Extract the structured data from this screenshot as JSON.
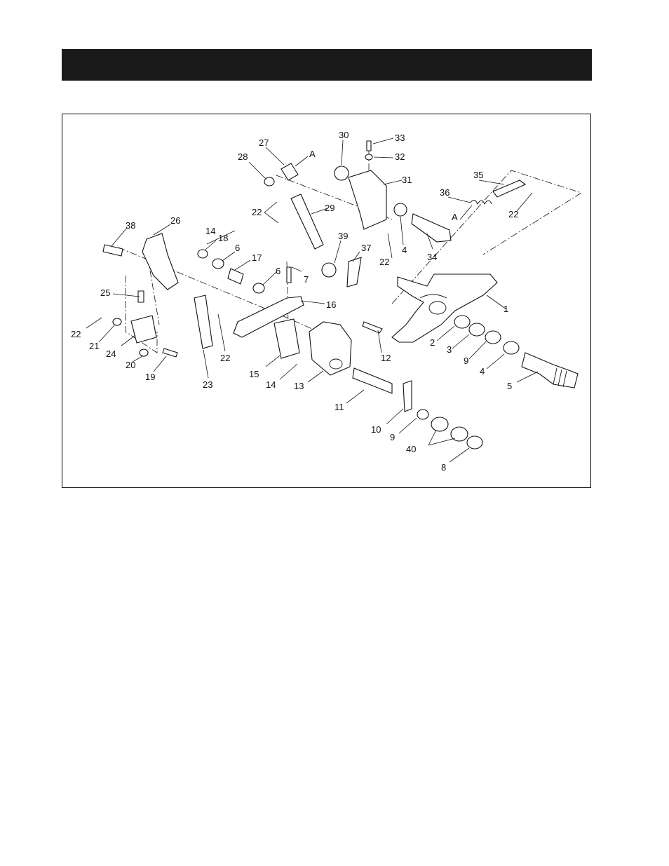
{
  "callouts": [
    {
      "id": "c1",
      "text": "1"
    },
    {
      "id": "c2",
      "text": "2"
    },
    {
      "id": "c3",
      "text": "3"
    },
    {
      "id": "c4a",
      "text": "4"
    },
    {
      "id": "c4b",
      "text": "4"
    },
    {
      "id": "c5",
      "text": "5"
    },
    {
      "id": "c6a",
      "text": "6"
    },
    {
      "id": "c6b",
      "text": "6"
    },
    {
      "id": "c7",
      "text": "7"
    },
    {
      "id": "c8",
      "text": "8"
    },
    {
      "id": "c9a",
      "text": "9"
    },
    {
      "id": "c9b",
      "text": "9"
    },
    {
      "id": "c10",
      "text": "10"
    },
    {
      "id": "c11",
      "text": "11"
    },
    {
      "id": "c12",
      "text": "12"
    },
    {
      "id": "c13",
      "text": "13"
    },
    {
      "id": "c14a",
      "text": "14"
    },
    {
      "id": "c14b",
      "text": "14"
    },
    {
      "id": "c15",
      "text": "15"
    },
    {
      "id": "c16",
      "text": "16"
    },
    {
      "id": "c17",
      "text": "17"
    },
    {
      "id": "c18",
      "text": "18"
    },
    {
      "id": "c19",
      "text": "19"
    },
    {
      "id": "c20",
      "text": "20"
    },
    {
      "id": "c21",
      "text": "21"
    },
    {
      "id": "c22a",
      "text": "22"
    },
    {
      "id": "c22b",
      "text": "22"
    },
    {
      "id": "c22c",
      "text": "22"
    },
    {
      "id": "c22d",
      "text": "22"
    },
    {
      "id": "c22e",
      "text": "22"
    },
    {
      "id": "c23",
      "text": "23"
    },
    {
      "id": "c24",
      "text": "24"
    },
    {
      "id": "c25",
      "text": "25"
    },
    {
      "id": "c26",
      "text": "26"
    },
    {
      "id": "c27",
      "text": "27"
    },
    {
      "id": "c28",
      "text": "28"
    },
    {
      "id": "c29",
      "text": "29"
    },
    {
      "id": "c30",
      "text": "30"
    },
    {
      "id": "c31",
      "text": "31"
    },
    {
      "id": "c32",
      "text": "32"
    },
    {
      "id": "c33",
      "text": "33"
    },
    {
      "id": "c34",
      "text": "34"
    },
    {
      "id": "c35",
      "text": "35"
    },
    {
      "id": "c36",
      "text": "36"
    },
    {
      "id": "c37",
      "text": "37"
    },
    {
      "id": "c38",
      "text": "38"
    },
    {
      "id": "c39",
      "text": "39"
    },
    {
      "id": "c40",
      "text": "40"
    },
    {
      "id": "cA1",
      "text": "A"
    },
    {
      "id": "cA2",
      "text": "A"
    }
  ]
}
